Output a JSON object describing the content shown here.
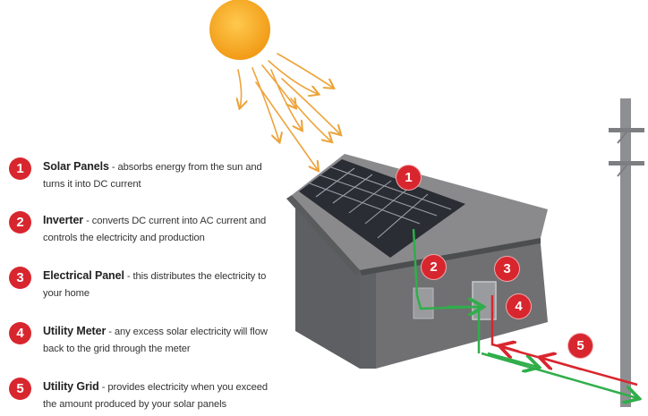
{
  "legend": [
    {
      "number": "1",
      "title": "Solar Panels",
      "description": " - absorbs energy from the sun and turns it into DC current"
    },
    {
      "number": "2",
      "title": "Inverter",
      "description": " - converts DC current into AC current and controls the electricity and production"
    },
    {
      "number": "3",
      "title": "Electrical Panel",
      "description": " - this distributes the electricity to your home"
    },
    {
      "number": "4",
      "title": "Utility Meter",
      "description": " - any excess solar electricity will flow back to the grid through the meter"
    },
    {
      "number": "5",
      "title": "Utility Grid",
      "description": " - provides electricity when you exceed the amount produced by your solar panels"
    }
  ],
  "markers": [
    "1",
    "2",
    "3",
    "4",
    "5"
  ],
  "colors": {
    "marker_red": "#d8262e",
    "sun_orange": "#f5a623",
    "ray_orange": "#eda33a",
    "wire_green": "#2fae4a",
    "wire_red": "#d8262e",
    "house_gray": "#6d6d6f",
    "roof_gray": "#7a7a7c",
    "panel_dark": "#2a2d33"
  },
  "icons": [
    "sun-icon",
    "solar-panel-icon",
    "house-icon",
    "utility-pole-icon"
  ]
}
